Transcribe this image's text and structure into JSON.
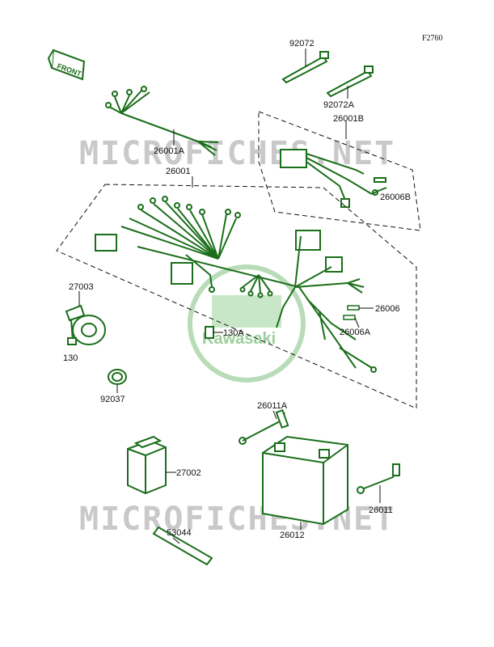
{
  "figure_code": "F2760",
  "front_label": "FRONT",
  "watermark": {
    "site": "MICROFICHES.NET",
    "brand": "Kawasaki"
  },
  "colors": {
    "line": "#1a6e1a",
    "label": "#111111",
    "watermark": "#c9c9c9",
    "logo": "#9ccf9c"
  },
  "parts": [
    {
      "id": "p92072",
      "label": "92072"
    },
    {
      "id": "p92072A",
      "label": "92072A"
    },
    {
      "id": "p26001B",
      "label": "26001B"
    },
    {
      "id": "p26006B",
      "label": "26006B"
    },
    {
      "id": "p26001A",
      "label": "26001A"
    },
    {
      "id": "p26001",
      "label": "26001"
    },
    {
      "id": "p27003",
      "label": "27003"
    },
    {
      "id": "p130",
      "label": "130"
    },
    {
      "id": "p130A",
      "label": "130A"
    },
    {
      "id": "p26006",
      "label": "26006"
    },
    {
      "id": "p26006A",
      "label": "26006A"
    },
    {
      "id": "p92037",
      "label": "92037"
    },
    {
      "id": "p26011A",
      "label": "26011A"
    },
    {
      "id": "p27002",
      "label": "27002"
    },
    {
      "id": "p26012",
      "label": "26012"
    },
    {
      "id": "p26011",
      "label": "26011"
    },
    {
      "id": "p53044",
      "label": "53044"
    }
  ]
}
